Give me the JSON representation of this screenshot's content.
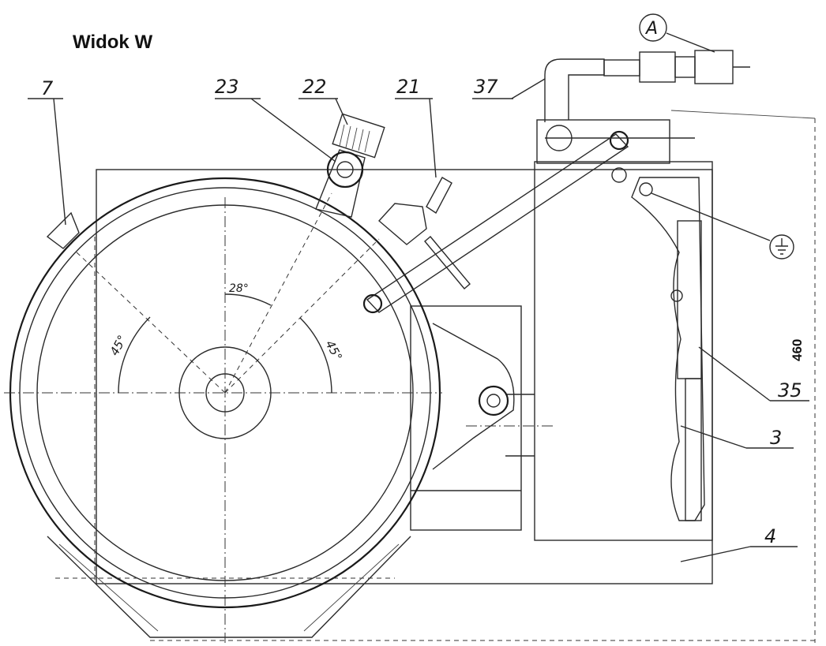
{
  "view_title": "Widok  W",
  "dimension_label": "460",
  "part_labels": {
    "p7": "7",
    "p23": "23",
    "p22": "22",
    "p21": "21",
    "p37": "37",
    "p35": "35",
    "p3": "3",
    "p4": "4",
    "detail_a": "A"
  },
  "angles": {
    "left": "45°",
    "middle": "28°",
    "right": "45°"
  }
}
